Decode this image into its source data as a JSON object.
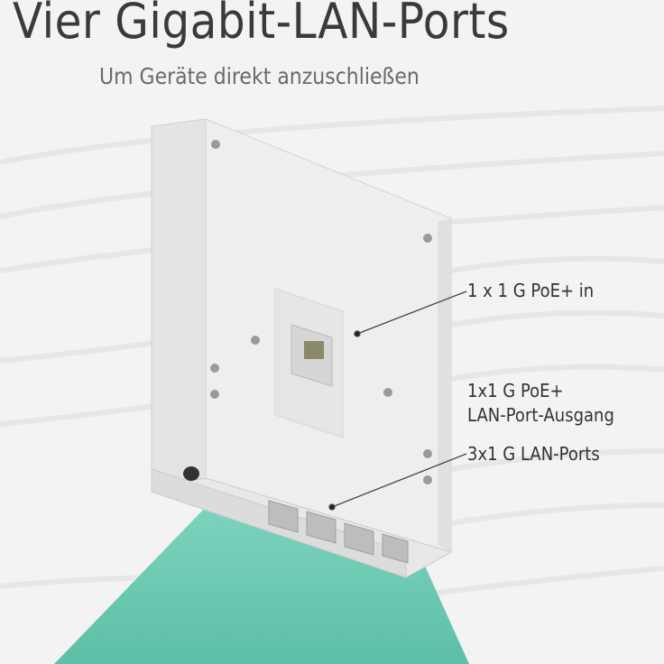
{
  "heading": {
    "title": "Vier Gigabit-LAN-Ports",
    "subtitle": "Um Geräte direkt anzuschließen"
  },
  "callouts": [
    {
      "line1": "1 x 1 G PoE+ in"
    },
    {
      "line1": "1x1 G PoE+",
      "line2": "LAN-Port-Ausgang"
    },
    {
      "line1": "3x1 G LAN-Ports"
    }
  ],
  "colors": {
    "accent_beam": "#6fc9b3",
    "device": "#eeeeee",
    "text": "#333333"
  }
}
